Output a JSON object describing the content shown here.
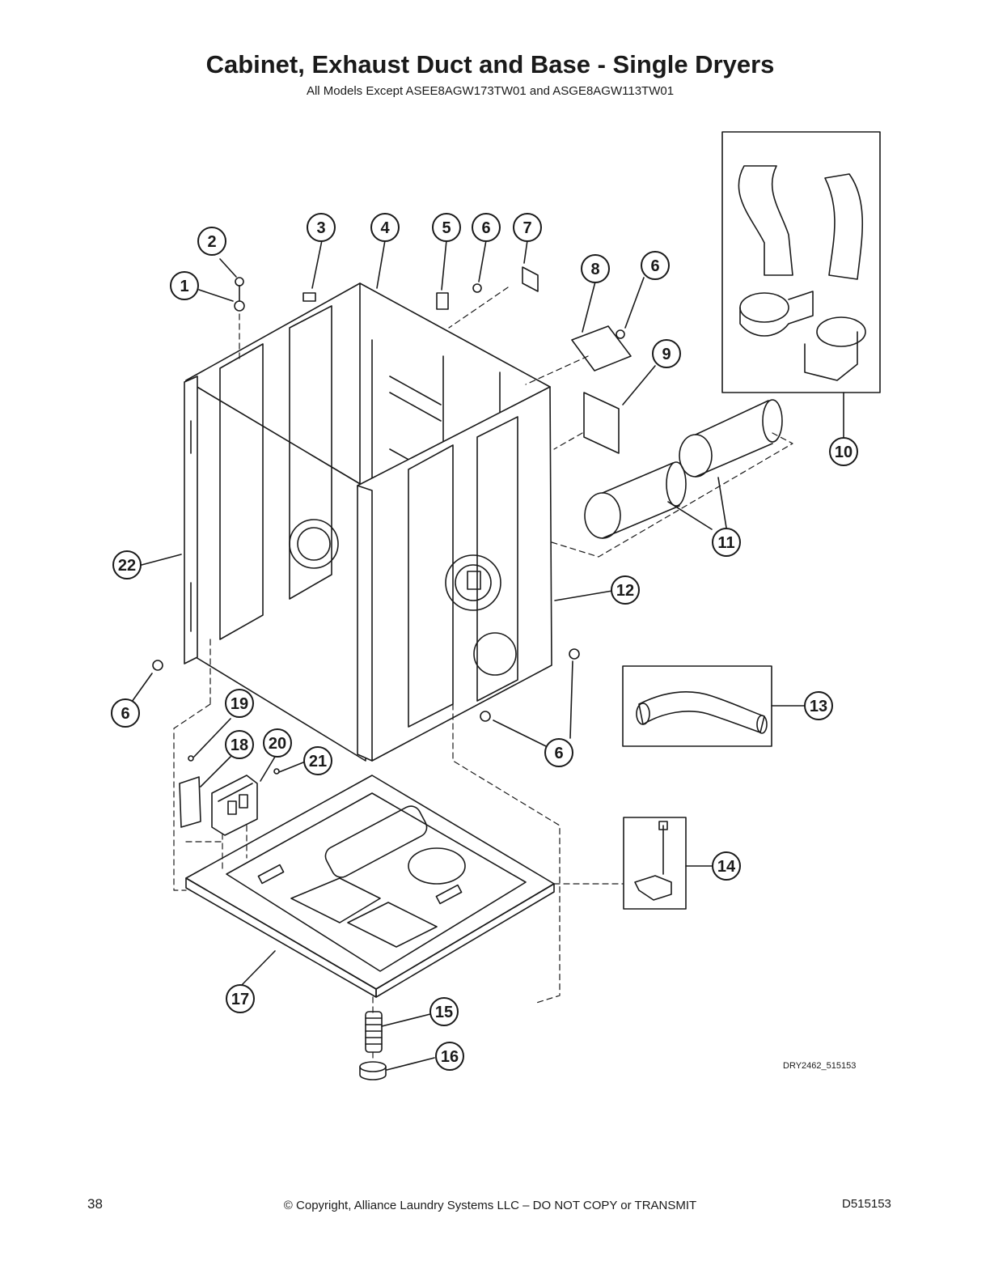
{
  "header": {
    "title": "Cabinet, Exhaust Duct and Base - Single Dryers",
    "subtitle": "All Models Except ASEE8AGW173TW01 and ASGE8AGW113TW01"
  },
  "diagram": {
    "drawing_code": "DRY2462_515153",
    "callouts": [
      "1",
      "2",
      "3",
      "4",
      "5",
      "6",
      "7",
      "8",
      "6",
      "9",
      "10",
      "11",
      "12",
      "13",
      "22",
      "6",
      "6",
      "19",
      "18",
      "20",
      "21",
      "14",
      "17",
      "15",
      "16"
    ]
  },
  "footer": {
    "page_number": "38",
    "copyright": "© Copyright, Alliance Laundry Systems LLC – DO NOT COPY or TRANSMIT",
    "doc_number": "D515153"
  }
}
